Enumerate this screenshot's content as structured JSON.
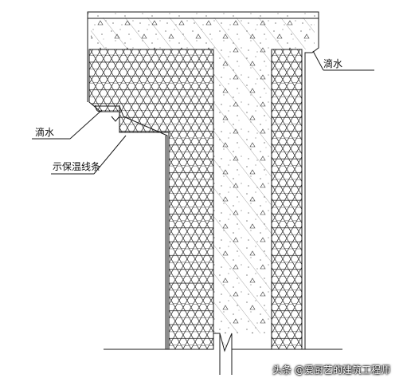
{
  "labels": {
    "drip_right": "滴水",
    "drip_left": "滴水",
    "insulation_strip": "示保温线条"
  },
  "watermark": {
    "text": "头条 @爱厨艺的建筑工程师"
  },
  "colors": {
    "line": "#1a1a1a",
    "background": "#ffffff"
  }
}
